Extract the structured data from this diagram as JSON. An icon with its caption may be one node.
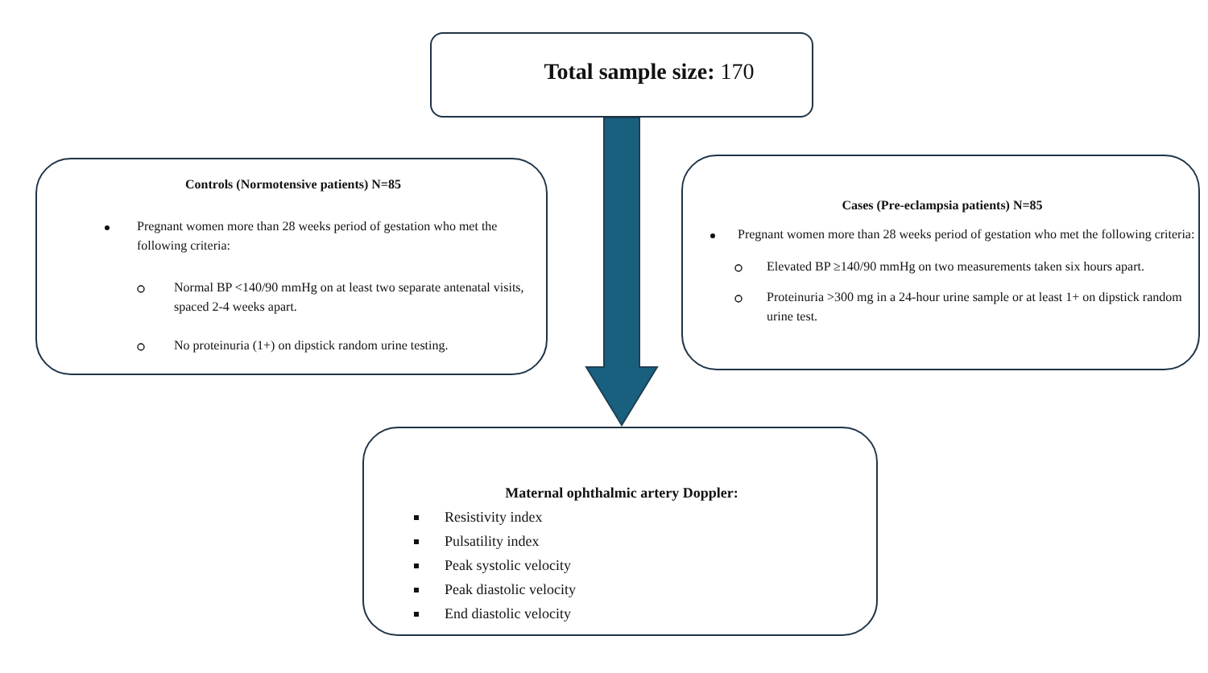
{
  "diagram": {
    "nodes": [
      {
        "text": [
          "**Total sample size:** 170"
        ]
      },
      {
        "text": [
          "Controls (Normotensive patients) N=85",
          "Pregnant women  more than 28  weeks period of gestation who met the following criteria:",
          "Normal BP <140/90 mmHg on at least two separate antenatal visits, spaced 2-4 weeks apart.",
          "No proteinuria (1+) on dipstick random urine testing."
        ]
      },
      {
        "text": [
          "Cases (Pre-eclampsia patients) N=85",
          "Pregnant women more than 28  weeks period of gestation who met the following criteria:",
          "Elevated BP ≥140/90 mmHg on two measurements taken six hours apart.",
          "Proteinuria >300 mg in a 24-hour urine sample or at least 1+ on dipstick random urine test."
        ]
      },
      {
        "text": [
          "Maternal ophthalmic artery Doppler:",
          "Resistivity index",
          "Pulsatility index",
          "Peak systolic velocity",
          "Peak diastolic velocity",
          "End diastolic velocity"
        ]
      }
    ],
    "edges": [
      {
        "from": 0,
        "to": 3,
        "arrow": "to",
        "style": "thick"
      }
    ]
  }
}
